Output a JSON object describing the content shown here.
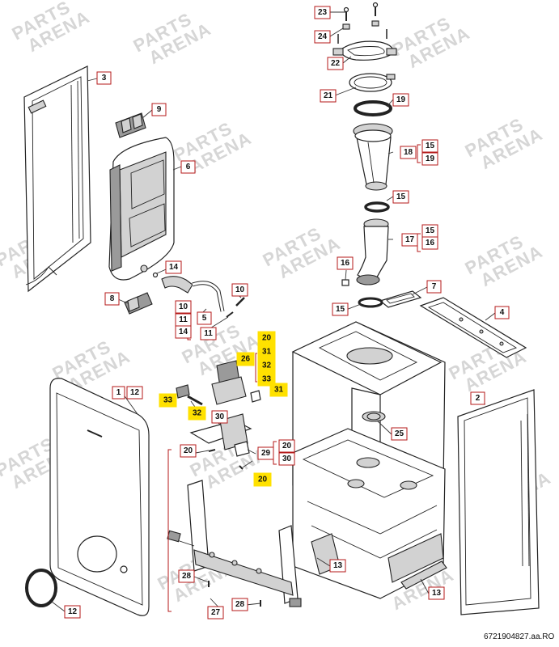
{
  "watermark": {
    "line1": "PARTS",
    "line2": "ARENA"
  },
  "reference_code": "6721904827.aa.RO",
  "colors": {
    "label_border": "#b51a1a",
    "highlight": "#ffe100"
  },
  "labels": {
    "l23": "23",
    "l24": "24",
    "l22": "22",
    "l21": "21",
    "l19": "19",
    "l18": "18",
    "l15a": "15",
    "l19b": "19",
    "l15b": "15",
    "l17": "17",
    "l15c": "15",
    "l16a": "16",
    "l16b": "16",
    "l7": "7",
    "l15d": "15",
    "l4": "4",
    "l3": "3",
    "l9": "9",
    "l6": "6",
    "l14": "14",
    "l8": "8",
    "l10a": "10",
    "l5": "5",
    "l10b": "10",
    "l11a": "11",
    "l14b": "14",
    "l11b": "11",
    "l20a": "20",
    "l31a": "31",
    "l32a": "32",
    "l33a": "33",
    "l26": "26",
    "l31b": "31",
    "l1": "1",
    "l12a": "12",
    "l33b": "33",
    "l32b": "32",
    "l30": "30",
    "l20b": "20",
    "l29": "29",
    "l20c": "20",
    "l30b": "30",
    "l20d": "20",
    "l25": "25",
    "l2": "2",
    "l13a": "13",
    "l13b": "13",
    "l12b": "12",
    "l28a": "28",
    "l27": "27",
    "l28b": "28"
  }
}
